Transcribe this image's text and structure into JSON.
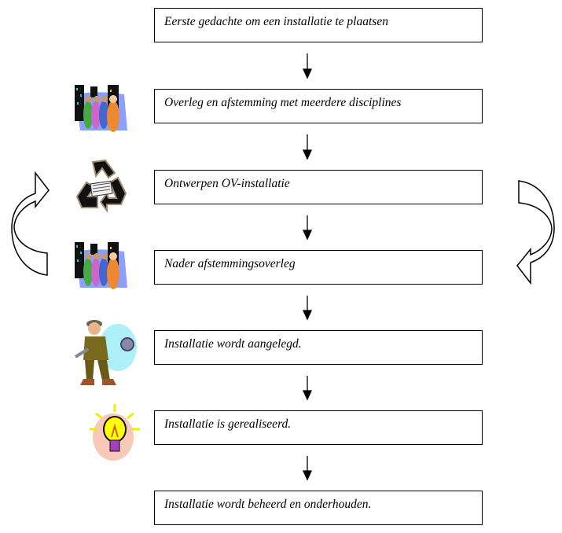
{
  "steps": [
    {
      "label": "Eerste gedachte om een installatie te plaatsen",
      "icon": null
    },
    {
      "label": "Overleg en afstemming met meerdere disciplines",
      "icon": "people-meeting-icon"
    },
    {
      "label": "Ontwerpen OV-installatie",
      "icon": "recycle-icon"
    },
    {
      "label": "Nader afstemmingsoverleg",
      "icon": "people-meeting-icon"
    },
    {
      "label": "Installatie wordt aangelegd.",
      "icon": "worker-icon"
    },
    {
      "label": "Installatie is gerealiseerd.",
      "icon": "light-bulb-icon"
    },
    {
      "label": "Installatie wordt beheerd en onderhouden.",
      "icon": null
    }
  ]
}
